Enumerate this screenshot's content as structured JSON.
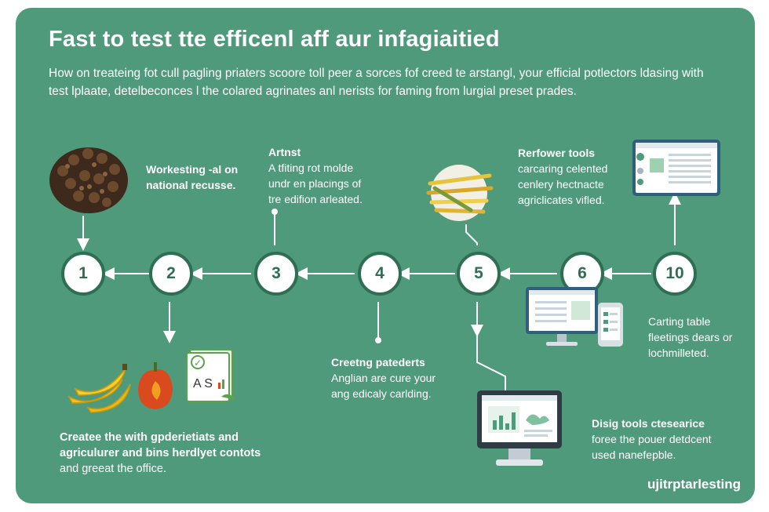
{
  "title": "Fast to test tte efficenl aff aur infagiaitied",
  "intro": "How on treateing fot cull pagling priaters scoore toll peer a sorces fof creed te arstangl, your efficial potlectors ldasing with test lplaate, detelbeconces l the colared agrinates anl nerists for faming from lurgial preset prades.",
  "nodes": [
    "1",
    "2",
    "3",
    "4",
    "5",
    "6",
    "10"
  ],
  "labels": {
    "worksting": {
      "title": "Workesting -al on",
      "lines": [
        "national recusse."
      ]
    },
    "artnst": {
      "title": "Artnst",
      "lines": [
        "A tfiting rot molde",
        "undr en placings of",
        "tre edifion arleated."
      ]
    },
    "refower": {
      "title": "Rerfower tools",
      "lines": [
        "carcaring celented",
        "cenlery hectnacte",
        "agriclicates vifled."
      ]
    },
    "createe": {
      "title": "Createe the with gpderietiats and",
      "lines": [
        "agriculurer and bins herdlyet contots",
        "and greeat the office."
      ]
    },
    "creetng": {
      "title": "Creetng patederts",
      "lines": [
        "Anglian are cure your",
        "ang edicaly carlding."
      ]
    },
    "carting": {
      "title": "",
      "lines": [
        "Carting table",
        "fleetings dears or",
        "lochmilleted."
      ]
    },
    "disig": {
      "title": "Disig tools ctesearice",
      "lines": [
        "foree the pouer detdcent",
        "used nanefepble."
      ]
    }
  },
  "doc_icon_letters": "A S",
  "doc_check": "✓",
  "brand": "ujitrptarlesting",
  "colors": {
    "background": "#4f9a7b",
    "node_border": "#2e6e53",
    "line": "#ffffff"
  }
}
